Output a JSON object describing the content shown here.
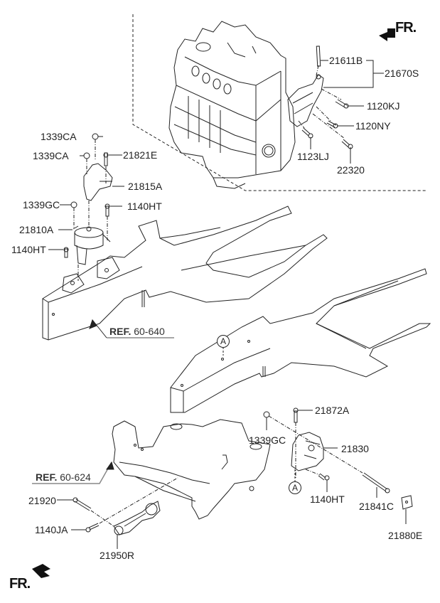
{
  "diagram": {
    "title": "Engine & Transaxle Mounting",
    "direction_label": "FR.",
    "parts": {
      "p21611B": "21611B",
      "p21670S": "21670S",
      "p1120KJ": "1120KJ",
      "p1120NY": "1120NY",
      "p1123LJ": "1123LJ",
      "p22320": "22320",
      "p1339CA_top": "1339CA",
      "p1339CA_2": "1339CA",
      "p21821E": "21821E",
      "p21815A": "21815A",
      "p1339GC_left": "1339GC",
      "p1140HT_upper": "1140HT",
      "p21810A": "21810A",
      "p1140HT_left": "1140HT",
      "p21872A": "21872A",
      "p1339GC_right": "1339GC",
      "p21830": "21830",
      "p1140HT_right": "1140HT",
      "p21841C": "21841C",
      "p21880E": "21880E",
      "p21920": "21920",
      "p1140JA": "1140JA",
      "p21950R": "21950R"
    },
    "refs": {
      "ref1": {
        "prefix": "REF.",
        "code": "60-640"
      },
      "ref2": {
        "prefix": "REF.",
        "code": "60-624"
      }
    },
    "callouts": {
      "a_upper": "A",
      "a_lower": "A"
    },
    "icons": {
      "front_arrow_top": "front-direction-arrow",
      "front_arrow_bottom": "front-direction-arrow"
    }
  }
}
